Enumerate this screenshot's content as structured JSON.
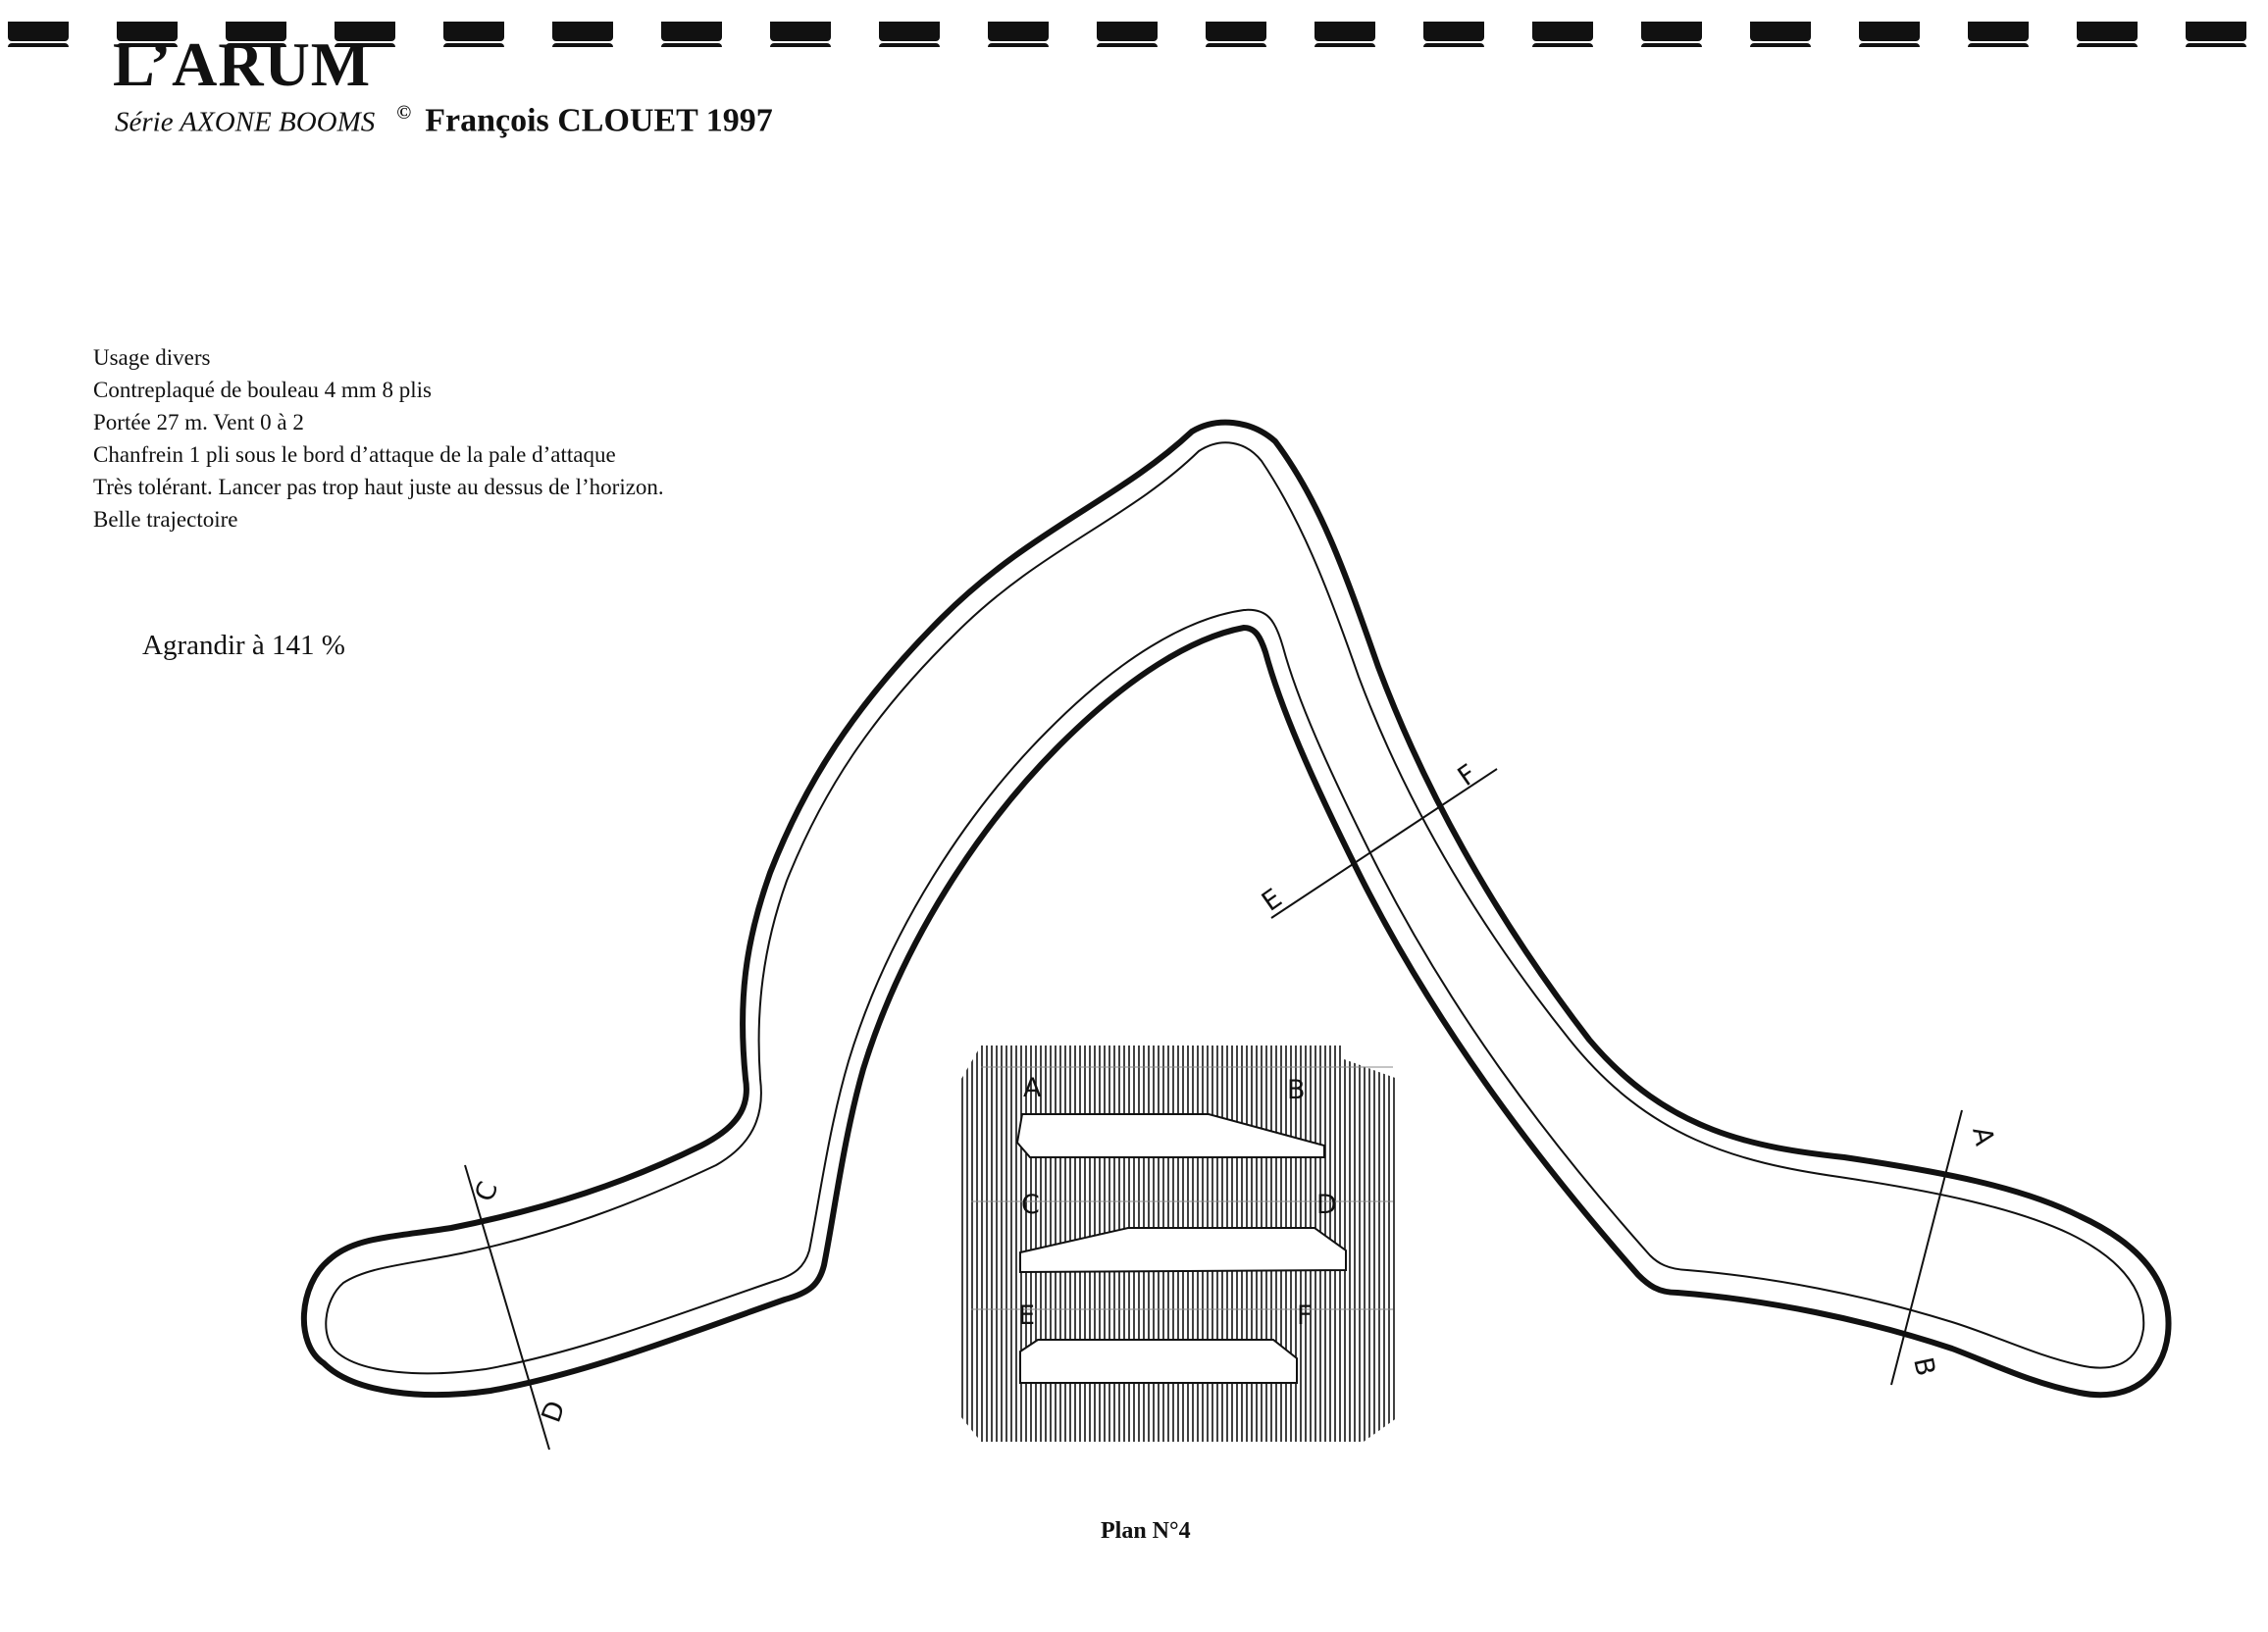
{
  "header": {
    "title": "L’ARUM",
    "series": "Série AXONE BOOMS",
    "copyright_symbol": "©",
    "author": "François CLOUET 1997"
  },
  "notes": [
    "Usage divers",
    "Contreplaqué de bouleau 4 mm 8 plis",
    "Portée 27 m. Vent 0 à 2",
    "Chanfrein 1 pli sous le bord d’attaque de la pale d’attaque",
    "Très tolérant. Lancer pas trop haut juste au dessus de l’horizon.",
    "Belle trajectoire"
  ],
  "enlarge_note": "Agrandir à 141 %",
  "section_labels": {
    "a": "A",
    "b": "B",
    "c": "C",
    "d": "D",
    "e": "E",
    "f": "F"
  },
  "plan_label": "Plan N°4",
  "colors": {
    "ink": "#111111",
    "paper": "#ffffff"
  }
}
